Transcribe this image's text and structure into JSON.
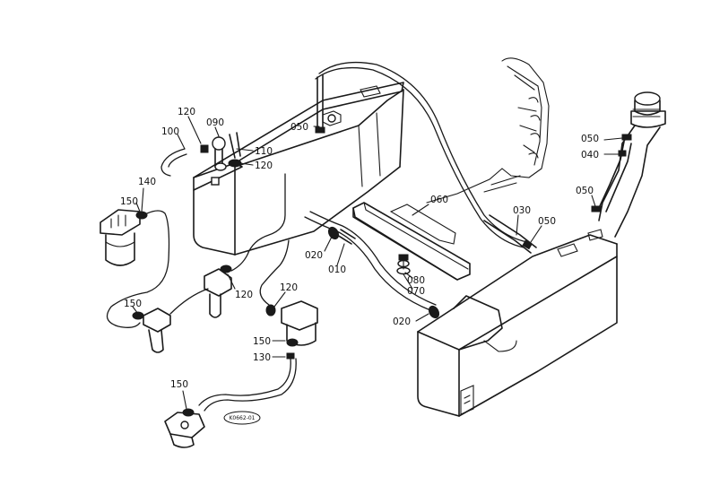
{
  "callouts": [
    {
      "id": "120a",
      "text": "120"
    },
    {
      "id": "090",
      "text": "090"
    },
    {
      "id": "100",
      "text": "100"
    },
    {
      "id": "110",
      "text": "110"
    },
    {
      "id": "120b",
      "text": "120"
    },
    {
      "id": "050a",
      "text": "050"
    },
    {
      "id": "140",
      "text": "140"
    },
    {
      "id": "150a",
      "text": "150"
    },
    {
      "id": "120c",
      "text": "120"
    },
    {
      "id": "120d",
      "text": "120"
    },
    {
      "id": "150b",
      "text": "150"
    },
    {
      "id": "150c",
      "text": "150"
    },
    {
      "id": "130",
      "text": "130"
    },
    {
      "id": "150d",
      "text": "150"
    },
    {
      "id": "060",
      "text": "060"
    },
    {
      "id": "020a",
      "text": "020"
    },
    {
      "id": "010",
      "text": "010"
    },
    {
      "id": "080",
      "text": "080"
    },
    {
      "id": "070",
      "text": "070"
    },
    {
      "id": "020b",
      "text": "020"
    },
    {
      "id": "030",
      "text": "030"
    },
    {
      "id": "050b",
      "text": "050"
    },
    {
      "id": "050c",
      "text": "050"
    },
    {
      "id": "050d",
      "text": "050"
    },
    {
      "id": "040",
      "text": "040"
    }
  ],
  "reference_stamp": "K0662-01"
}
